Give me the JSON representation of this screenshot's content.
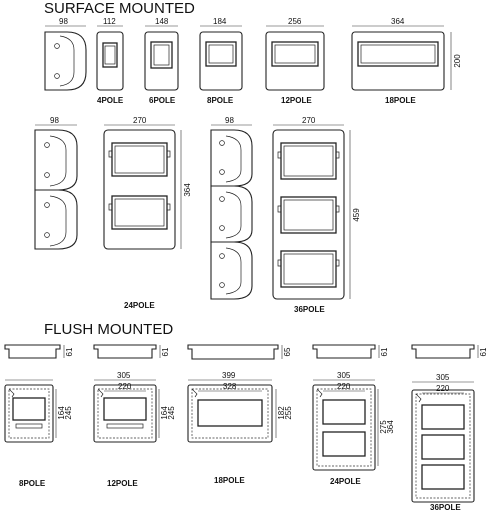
{
  "surface": {
    "title": "SURFACE MOUNTED",
    "dims": {
      "side_top": "98",
      "w4": "112",
      "w6": "148",
      "w8": "184",
      "w12": "256",
      "w18": "364",
      "h_row": "200",
      "side24": "98",
      "w24": "270",
      "h24": "364",
      "side36": "98",
      "w36": "270",
      "h36": "459"
    },
    "labels": {
      "p4": "4POLE",
      "p6": "6POLE",
      "p8": "8POLE",
      "p12": "12POLE",
      "p18": "18POLE",
      "p24": "24POLE",
      "p36": "36POLE"
    }
  },
  "flush": {
    "title": "FLUSH MOUNTED",
    "profile_heights": {
      "p8": "61",
      "p12": "61",
      "p18": "65",
      "p24": "61",
      "p36": "61"
    },
    "dims": {
      "w12_outer": "305",
      "w12_inner": "220",
      "h12_a": "164",
      "h12_b": "245",
      "w8_a": "164",
      "w8_b": "245",
      "w18_outer": "399",
      "w18_inner": "328",
      "h18_a": "182",
      "h18_b": "255",
      "w24_outer": "305",
      "w24_inner": "220",
      "h24_a": "275",
      "h24_b": "364",
      "w36_outer": "305",
      "w36_inner": "220"
    },
    "labels": {
      "p8": "8POLE",
      "p12": "12POLE",
      "p18": "18POLE",
      "p24": "24POLE",
      "p36": "36POLE"
    }
  }
}
